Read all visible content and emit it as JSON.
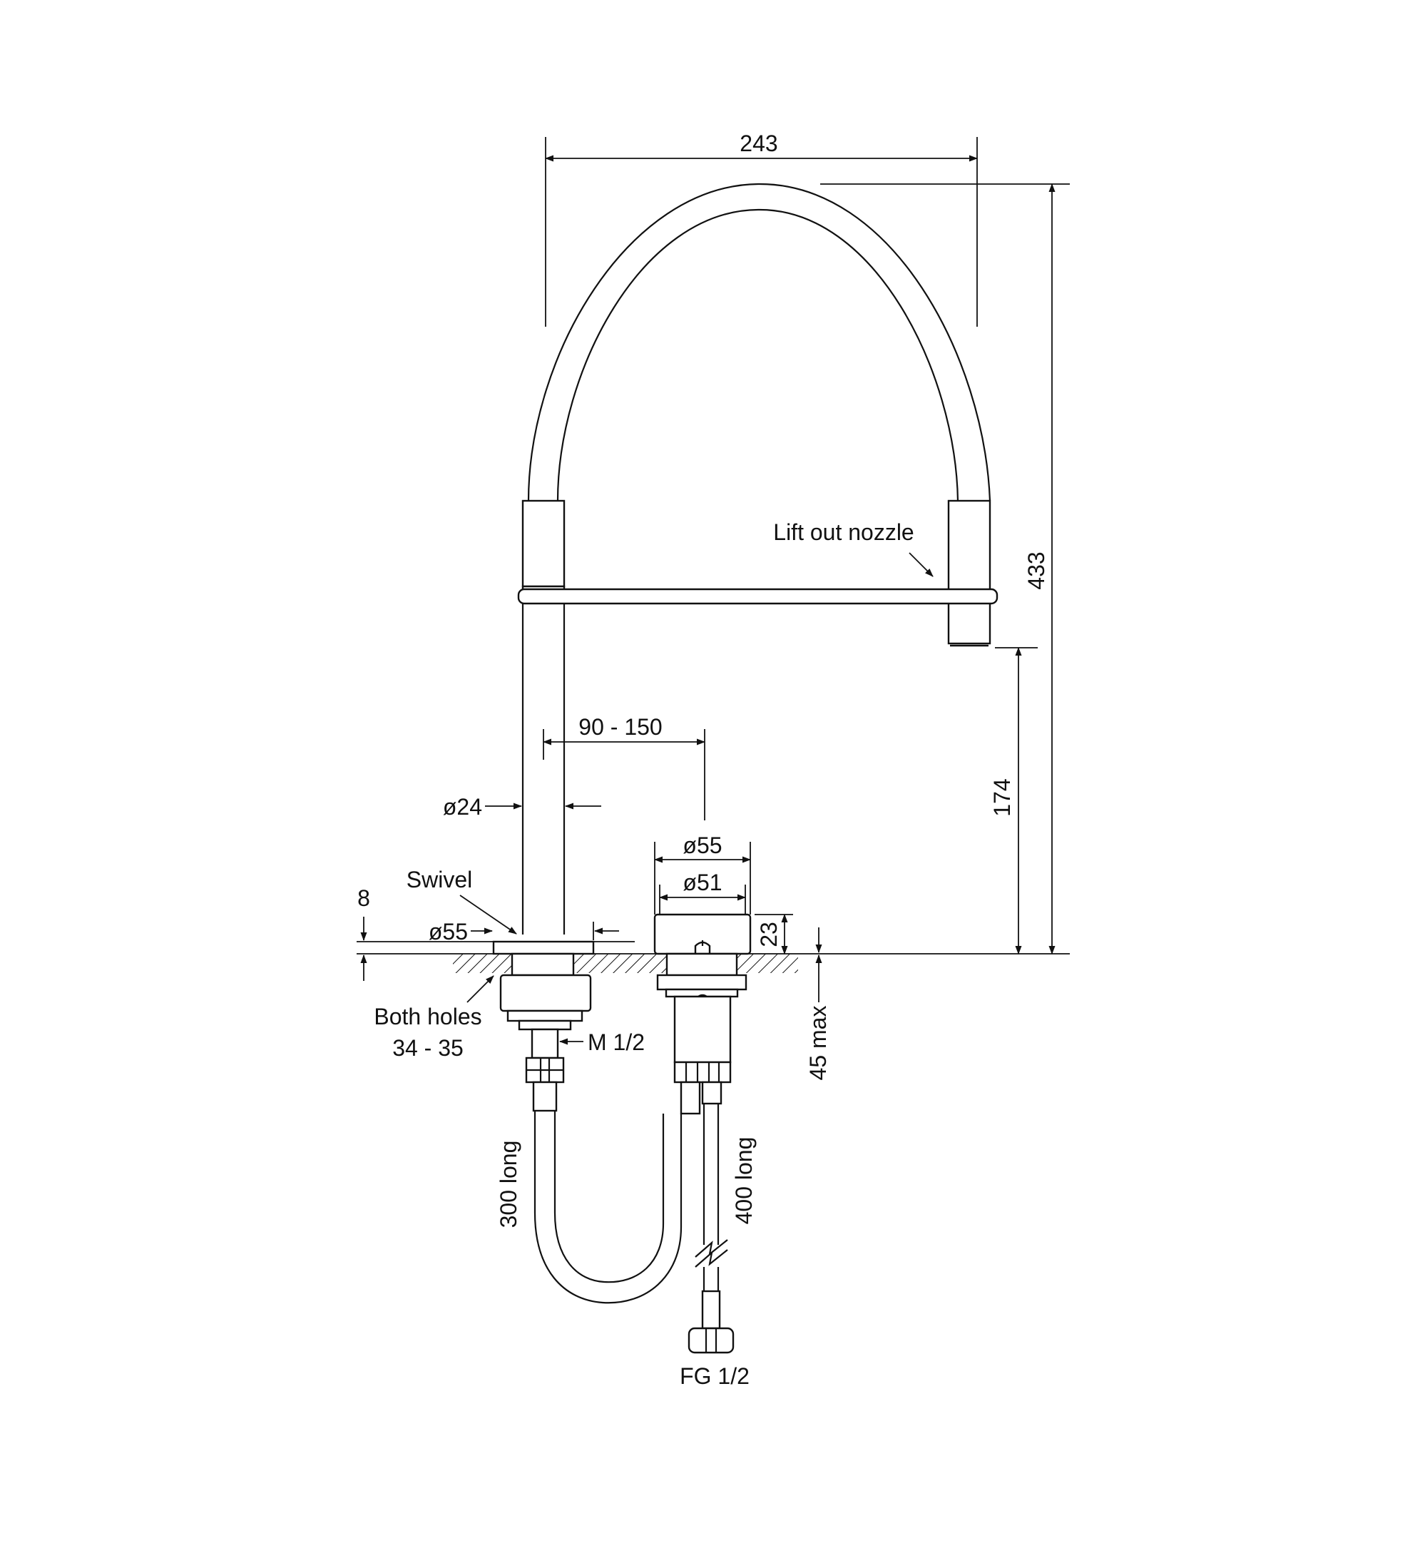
{
  "labels": {
    "width_243": "243",
    "height_433": "433",
    "height_174": "174",
    "reach_90_150": "90 - 150",
    "dia_24": "ø24",
    "dia_55_handle": "ø55",
    "dia_51_handle": "ø51",
    "swivel": "Swivel",
    "thick_8": "8",
    "dia_55_base": "ø55",
    "height_23": "23",
    "max_45": "45 max",
    "both_holes": "Both holes",
    "holes_range": "34 - 35",
    "thread_m12": "M 1/2",
    "hose_300": "300 long",
    "hose_400": "400 long",
    "thread_fg12": "FG 1/2",
    "nozzle": "Lift out nozzle"
  }
}
